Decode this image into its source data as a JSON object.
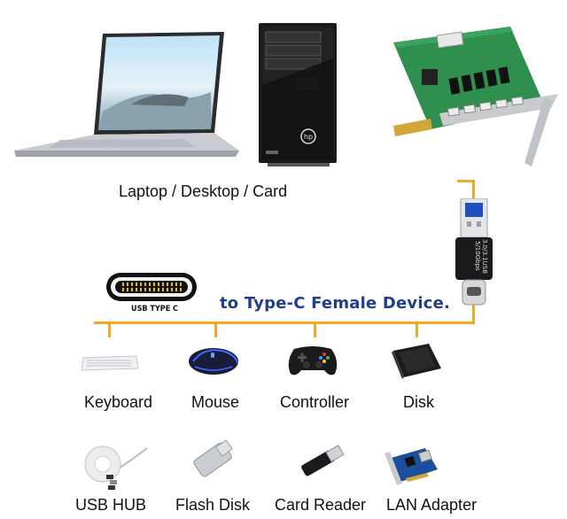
{
  "top_caption": "Laptop / Desktop / Card",
  "tagline": "to Type-C Female Device.",
  "usb_c_port_label": "USB TYPE C",
  "adapter_marking": [
    "3.0/3.1USB",
    "5/10Gbps"
  ],
  "row1_labels": [
    "Keyboard",
    "Mouse",
    "Controller",
    "Disk"
  ],
  "row2_labels": [
    "USB HUB",
    "Flash Disk",
    "Card Reader",
    "LAN Adapter"
  ],
  "colors": {
    "connector_line": "#f3a821",
    "tagline": "#1f3f8c",
    "pcb_green": "#2f8f4e"
  }
}
